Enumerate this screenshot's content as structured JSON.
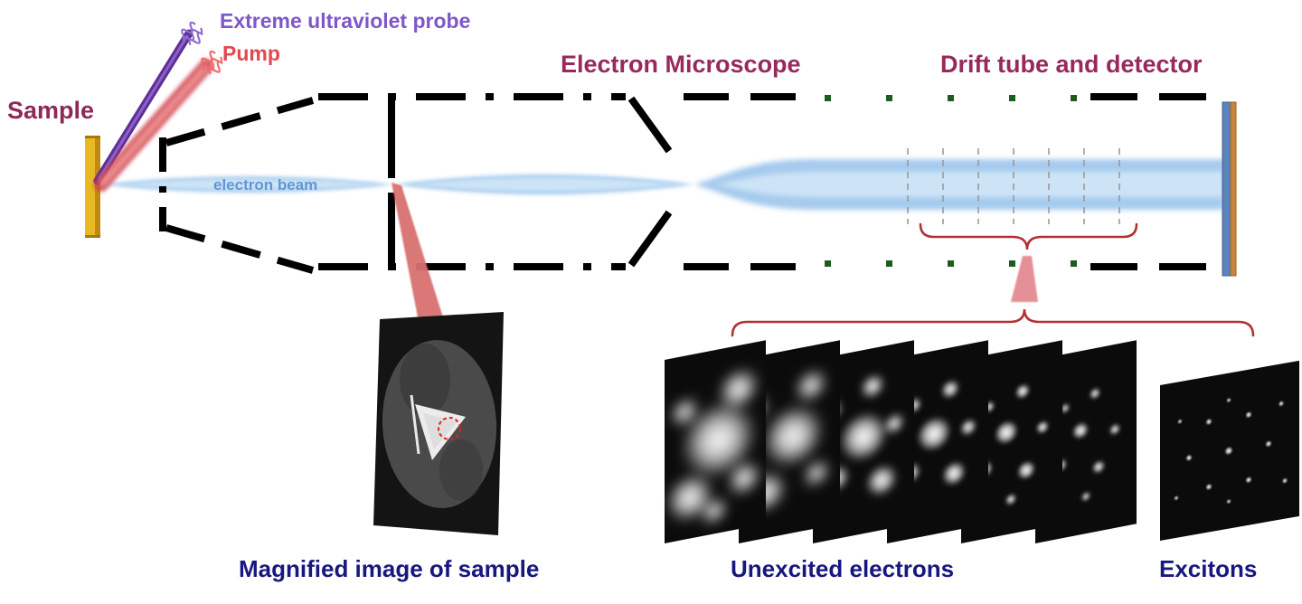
{
  "figure": {
    "labels": {
      "uv_probe": "Extreme ultraviolet probe",
      "pump": "Pump",
      "sample": "Sample",
      "electron_microscope": "Electron Microscope",
      "drift_tube": "Drift tube and detector",
      "electron_beam": "electron beam",
      "magnified_image": "Magnified image of sample",
      "unexcited_electrons": "Unexcited electrons",
      "excitons": "Excitons"
    },
    "colors": {
      "heading": "#97295d",
      "sample_label": "#8e2a55",
      "uv_probe_label": "#7e57c9",
      "pump_label": "#e3484f",
      "electron_beam_label": "#5f97d2",
      "bottom_labels": "#17177f",
      "beam_fill": "#a6cbee",
      "brace": "#b23232",
      "sample_bar": "#e9b825",
      "detector_blue": "#5b84ba",
      "detector_edge": "#c9853e",
      "drift_dot_green": "#1e5c1e"
    },
    "panel_counts": {
      "unexcited_frames": 6,
      "exciton_frames": 1
    }
  }
}
